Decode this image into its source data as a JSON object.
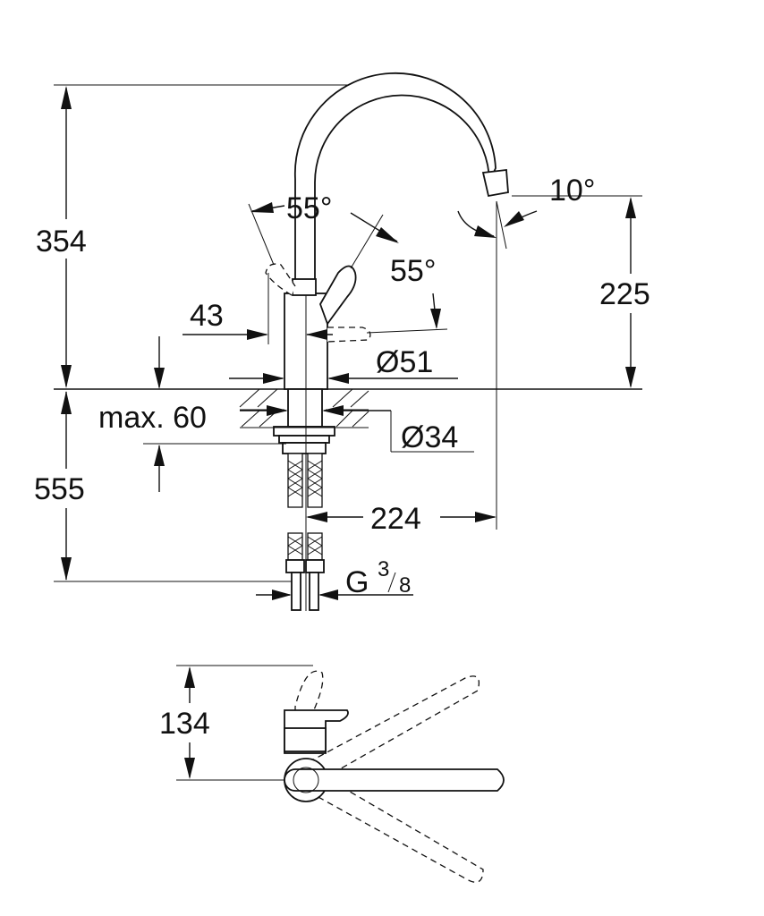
{
  "labels": {
    "height_total": "354",
    "spout_angle": "10°",
    "lever_left": "55°",
    "lever_right": "55°",
    "spout_height": "225",
    "offset": "43",
    "base_diameter": "Ø51",
    "counter_thickness": "max. 60",
    "shank_diameter": "Ø34",
    "hose_length": "555",
    "reach": "224",
    "thread_g": "G",
    "thread_num": "3",
    "thread_den": "8",
    "lever_depth": "134"
  }
}
